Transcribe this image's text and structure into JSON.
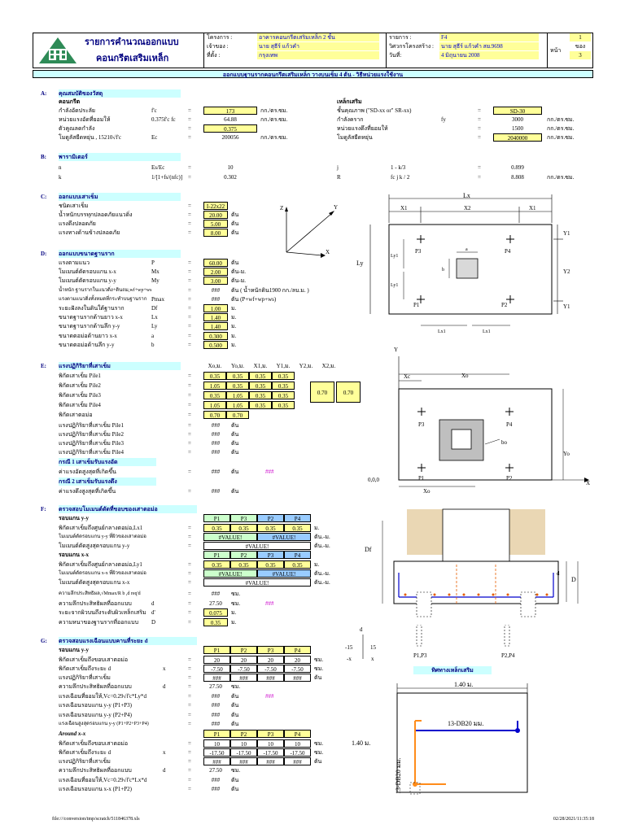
{
  "header": {
    "title1": "รายการคำนวณออกแบบ",
    "title2": "คอนกรีตเสริมเหล็ก",
    "project_label": "โครงการ :",
    "project_value": "อาคารคอนกรีตเสริมเหล็ก 2 ชั้น",
    "owner_label": "เจ้าของ :",
    "owner_value": "นาย สุธีร์  แก้วคำ",
    "location_label": "ที่ตั้ง :",
    "location_value": "กรุงเทพ",
    "item_label": "รายการ :",
    "item_value": "F4",
    "engineer_label": "วิศวกรโครงสร้าง :",
    "engineer_value": "นาย สุธีร์  แก้วคำ  สย.9698",
    "date_label": "วันที่:",
    "date_value": "4 มิถุนายน 2008",
    "page_label": "หน้า",
    "page_no": "1",
    "page_of": "ของ",
    "page_total": "3",
    "banner": "ออกแบบฐานรากคอนกรีตเสริมเหล็ก วางบนเข็ม  4 ต้น  - วิธีหน่วยแรงใช้งาน"
  },
  "secA": {
    "letter": "A:",
    "title": "คุณสมบัติของวัสดุ",
    "concrete": "คอนกรีต",
    "steel": "เหล็กเสริม",
    "rows": [
      {
        "label": "กำลังอัดประลัย",
        "sym": "f'c",
        "eq": "=",
        "val": "173",
        "unit": "กก./ตร.ซม."
      },
      {
        "label": "หน่วยแรงอัดที่ยอมให้",
        "sym": "0.375f'c  fc",
        "eq": "=",
        "val": "64.88",
        "unit": "กก./ตร.ซม."
      },
      {
        "label": "ตัวคูณลดกำลัง",
        "sym": "",
        "eq": "=",
        "val": "0.375",
        "unit": ""
      },
      {
        "label": "โมดูลัสยืดหยุ่น , 15210√f'c",
        "sym": "Ec",
        "eq": "=",
        "val": "200056",
        "unit": "กก./ตร.ซม."
      }
    ],
    "srows": [
      {
        "label": "ชั้นคุณภาพ  (\"SD-xx or\" SR-xx)",
        "sym": "",
        "eq": "=",
        "val": "SD-30",
        "unit": ""
      },
      {
        "label": "กำลังคราก",
        "sym": "fy",
        "eq": "=",
        "val": "3000",
        "unit": "กก./ตร.ซม."
      },
      {
        "label": "หน่วยแรงดึงที่ยอมให้",
        "sym": "",
        "eq": "=",
        "val": "1500",
        "unit": "กก./ตร.ซม."
      },
      {
        "label": "โมดูลัสยืดหยุ่น",
        "sym": "",
        "eq": "=",
        "val": "2040000",
        "unit": "กก./ตร.ซม."
      }
    ]
  },
  "secB": {
    "letter": "B:",
    "title": "พารามิเตอร์",
    "rows": [
      {
        "a": "n",
        "b": "Es/Ec",
        "eq": "=",
        "v": "10",
        "c": "j",
        "d": "1 - k/3",
        "eq2": "=",
        "v2": "0.899",
        "u": ""
      },
      {
        "a": "k",
        "b": "1/[1+fs/(nfc)]",
        "eq": "=",
        "v": "0.302",
        "c": "R",
        "d": "fc j k / 2",
        "eq2": "=",
        "v2": "8.808",
        "u": "กก./ตร.ซม."
      }
    ]
  },
  "secC": {
    "letter": "C:",
    "title": "ออกแบบเสาเข็ม",
    "rows": [
      {
        "label": "ชนิดเสาเข็ม",
        "eq": "=",
        "val": "I-22x22",
        "unit": ""
      },
      {
        "label": "น้ำหนักบรรทุกปลอดภัยแนวดิ่ง",
        "eq": "=",
        "val": "20.00",
        "unit": "ตัน"
      },
      {
        "label": "แรงดึงปลอดภัย",
        "eq": "=",
        "val": "5.00",
        "unit": "ตัน"
      },
      {
        "label": "แรงทางด้านข้างปลอดภัย",
        "eq": "=",
        "val": "8.00",
        "unit": "ตัน"
      }
    ]
  },
  "secD": {
    "letter": "D:",
    "title": "ออกแบบขนาดฐานราก",
    "rows": [
      {
        "label": "แรงตามแนว",
        "sym": "P",
        "eq": "=",
        "val": "60.00",
        "unit": "ตัน",
        "hl": true
      },
      {
        "label": "โมเมนต์ดัดรอบแกน x-x",
        "sym": "Mx",
        "eq": "=",
        "val": "2.00",
        "unit": "ตัน-ม.",
        "hl": true
      },
      {
        "label": "โมเมนต์ดัดรอบแกน y-y",
        "sym": "My",
        "eq": "=",
        "val": "3.00",
        "unit": "ตัน-ม.",
        "hl": true
      },
      {
        "label": "น้ำหนัก ฐานรากในแนวดิ่ง+ดินถม,wf+wp+ws",
        "sym": "",
        "eq": "=",
        "val": "###",
        "unit": "ตัน ( น้ำหนักดิน1900 กก./ลบ.ม. )",
        "hl": false
      },
      {
        "label": "แรงตามแนวดิ่งทั้งหมดที่กระทำบนฐานราก",
        "sym": "Pmax",
        "eq": "=",
        "val": "###",
        "unit": "ตัน (P+wf+wp+ws)",
        "hl": false
      },
      {
        "label": "ระยะฝังลงในดินใต้ฐานราก",
        "sym": "Df",
        "eq": "=",
        "val": "1.00",
        "unit": "ม.",
        "hl": true
      },
      {
        "label": "ขนาดฐานรากด้านยาว x-x",
        "sym": "Lx",
        "eq": "=",
        "val": "1.40",
        "unit": "ม.",
        "hl": true
      },
      {
        "label": "ขนาดฐานรากด้านลึก y-y",
        "sym": "Ly",
        "eq": "=",
        "val": "1.40",
        "unit": "ม.",
        "hl": true
      },
      {
        "label": "ขนาดตอม่อด้านยาว x-x",
        "sym": "a",
        "eq": "=",
        "val": "0.300",
        "unit": "ม.",
        "hl": true
      },
      {
        "label": "ขนาดตอม่อด้านลึก y-y",
        "sym": "b",
        "eq": "=",
        "val": "0.500",
        "unit": "ม.",
        "hl": true
      }
    ]
  },
  "secE": {
    "letter": "E:",
    "title": "แรงปฏิกิริยาที่เสาเข็ม",
    "cols": [
      "Xo,ม.",
      "Yo,ม.",
      "X1,ม.",
      "Y1,ม.",
      "Y2,ม.",
      "X2,ม."
    ],
    "rows": [
      {
        "label": "พิกัดเสาเข็ม Pile1",
        "v": [
          "0.35",
          "0.35",
          "0.35",
          "0.35"
        ]
      },
      {
        "label": "พิกัดเสาเข็ม Pile2",
        "v": [
          "1.05",
          "0.35",
          "0.35",
          "0.35"
        ]
      },
      {
        "label": "พิกัดเสาเข็ม Pile3",
        "v": [
          "0.35",
          "1.05",
          "0.35",
          "0.35"
        ]
      },
      {
        "label": "พิกัดเสาเข็ม Pile4",
        "v": [
          "1.05",
          "1.05",
          "0.35",
          "0.35"
        ]
      },
      {
        "label": "พิกัดเสาตอม่อ",
        "v": [
          "0.70",
          "0.70"
        ]
      }
    ],
    "y2": "0.70",
    "x2": "0.70",
    "reactions": [
      {
        "label": "แรงปฏิกิริยาที่เสาเข็ม Pile1",
        "val": "###",
        "unit": "ตัน"
      },
      {
        "label": "แรงปฏิกิริยาที่เสาเข็ม Pile2",
        "val": "###",
        "unit": "ตัน"
      },
      {
        "label": "แรงปฏิกิริยาที่เสาเข็ม Pile3",
        "val": "###",
        "unit": "ตัน"
      },
      {
        "label": "แรงปฏิกิริยาที่เสาเข็ม Pile4",
        "val": "###",
        "unit": "ตัน"
      }
    ],
    "case1": "กรณี 1 เสาเข็มรับแรงอัด",
    "case1_label": "ค่าแรงอัดสูงสุดที่เกิดขึ้น",
    "case1_val": "###",
    "case1_unit": "ตัน",
    "case1_mark": "###",
    "case2": "กรณี 2 เสาเข็มรับแรงดึง",
    "case2_label": "ค่าแรงดึงสูงสุดที่เกิดขึ้น",
    "case2_val": "###",
    "case2_unit": "ตัน"
  },
  "secF": {
    "letter": "F:",
    "title": "ตรวจสอบโมเมนต์ดัดที่ขอบของเสาตอม่อ",
    "axis_y": "รอบแกน y-y",
    "axis_x": "รอบแกน x-x",
    "hdr": [
      "P1",
      "P3",
      "P2",
      "P4"
    ],
    "hdr2": [
      "P1",
      "P2",
      "P3",
      "P4"
    ],
    "y_rows": [
      {
        "label": "พิกัดเสาเข็มถึงศูนย์กลางตอม่อ,Lx1",
        "eq": "=",
        "v": [
          "0.35",
          "0.35",
          "0.35",
          "0.35"
        ],
        "u": "ม."
      },
      {
        "label": "โมเมนต์ดัดรอบแกน y-y ที่ผิวของเสาตอม่อ",
        "eq": "=",
        "v": [
          "#VALUE!",
          "#VALUE!"
        ],
        "u": "ตัน.-ม."
      },
      {
        "label": "โมเมนต์ดัดสูงสุดรอบแกน y-y",
        "eq": "=",
        "v": [
          "#VALUE!"
        ],
        "u": "ตัน.-ม."
      }
    ],
    "x_rows": [
      {
        "label": "พิกัดเสาเข็มถึงศูนย์กลางตอม่อ,Ly1",
        "eq": "=",
        "v": [
          "0.35",
          "0.35",
          "0.35",
          "0.35"
        ],
        "u": "ม."
      },
      {
        "label": "โมเมนต์ดัดรอบแกน x-x ที่ผิวของเสาตอม่อ",
        "eq": "=",
        "v": [
          "#VALUE!",
          "#VALUE!"
        ],
        "u": "ตัน.-ม."
      },
      {
        "label": "โมเมนต์ดัดสูงสุดรอบแกน x-x",
        "eq": "=",
        "v": [
          "#VALUE!"
        ],
        "u": "ตัน.-ม."
      }
    ],
    "extra": [
      {
        "label": "ความลึกประสิทธิผล,√Mmax/R b ,d req'd",
        "eq": "=",
        "val": "###",
        "unit": "ซม.",
        "hl": false,
        "mark": ""
      },
      {
        "label": "ความลึกประสิทธิผลที่ออกแบบ",
        "sym": "d",
        "eq": "=",
        "val": "27.50",
        "unit": "ซม.",
        "hl": false,
        "mark": "###"
      },
      {
        "label": "ระยะจากผิวบนถึงระดับผิวเหล็กเสริม",
        "sym": "d'",
        "eq": "=",
        "val": "0.075",
        "unit": "ม.",
        "hl": true,
        "mark": ""
      },
      {
        "label": "ความหนาของฐานรากที่ออกแบบ",
        "sym": "D",
        "eq": "=",
        "val": "0.35",
        "unit": "ม.",
        "hl": true,
        "mark": ""
      }
    ]
  },
  "secG": {
    "letter": "G:",
    "title": "ตรวจสอบแรงเฉือนแบบคานที่ระยะ d",
    "axis_y": "รอบแกน y-y",
    "axis_x": "Around x-x",
    "hdr": [
      "P1",
      "P2",
      "P3",
      "P4"
    ],
    "y_rows": [
      {
        "label": "พิกัดเสาเข็มถึงขอบเสาตอม่อ",
        "sym": "",
        "eq": "=",
        "v": [
          "20",
          "20",
          "20",
          "20"
        ],
        "u": "ซม."
      },
      {
        "label": "พิกัดเสาเข็มถึงระยะ d",
        "sym": "x",
        "eq": "=",
        "v": [
          "-7.50",
          "-7.50",
          "-7.50",
          "-7.50"
        ],
        "u": "ซม."
      },
      {
        "label": "แรงปฏิกิริยาที่เสาเข็ม",
        "sym": "",
        "eq": "=",
        "v": [
          "###",
          "###",
          "###",
          "###"
        ],
        "u": "ตัน"
      }
    ],
    "y_extra": [
      {
        "label": "ความลึกประสิทธิผลที่ออกแบบ",
        "sym": "d",
        "eq": "=",
        "val": "27.50",
        "unit": "ซม.",
        "mark": ""
      },
      {
        "label": "แรงเฉือนที่ยอมให้,Vc=0.29√f'c*Ly*d",
        "sym": "",
        "eq": "=",
        "val": "###",
        "unit": "ตัน",
        "mark": "###"
      },
      {
        "label": "แรงเฉือนรอบแกน y-y (P1+P3)",
        "sym": "",
        "eq": "=",
        "val": "###",
        "unit": "ตัน",
        "mark": ""
      },
      {
        "label": "แรงเฉือนรอบแกน y-y (P2+P4)",
        "sym": "",
        "eq": "=",
        "val": "###",
        "unit": "ตัน",
        "mark": ""
      },
      {
        "label": "แรงเฉือนสูงสุดรอบแกน y-y (P1+P2+P3+P4)",
        "sym": "",
        "eq": "=",
        "val": "###",
        "unit": "ตัน",
        "mark": ""
      }
    ],
    "x_rows": [
      {
        "label": "พิกัดเสาเข็มถึงขอบเสาตอม่อ",
        "sym": "",
        "eq": "=",
        "v": [
          "10",
          "10",
          "10",
          "10"
        ],
        "u": "ซม."
      },
      {
        "label": "พิกัดเสาเข็มถึงระยะ d",
        "sym": "x",
        "eq": "=",
        "v": [
          "-17.50",
          "-17.50",
          "-17.50",
          "-17.50"
        ],
        "u": "ซม."
      },
      {
        "label": "แรงปฏิกิริยาที่เสาเข็ม",
        "sym": "",
        "eq": "=",
        "v": [
          "###",
          "###",
          "###",
          "###"
        ],
        "u": "ตัน"
      }
    ],
    "x_extra": [
      {
        "label": "ความลึกประสิทธิผลที่ออกแบบ",
        "sym": "d",
        "eq": "=",
        "val": "27.50",
        "unit": "ซม."
      },
      {
        "label": "แรงเฉือนที่ยอมให้,Vc=0.29√f'c*Lx*d",
        "sym": "",
        "eq": "=",
        "val": "###",
        "unit": "ตัน"
      },
      {
        "label": "แรงเฉือนรอบแกน x-x (P1+P2)",
        "sym": "",
        "eq": "=",
        "val": "###",
        "unit": "ตัน"
      }
    ]
  },
  "diagrams": {
    "plan1": {
      "Lx": "Lx",
      "X1": "X1",
      "X2": "X2",
      "Y1": "Y1",
      "Y2": "Y2",
      "Ly": "Ly",
      "Ly1": "Ly1",
      "Lx1": "Lx1",
      "P1": "P1",
      "P2": "P2",
      "P3": "P3",
      "P4": "P4",
      "a": "a",
      "b": "b"
    },
    "axes": {
      "Z": "Z",
      "Y": "Y",
      "X": "X"
    },
    "plan2": {
      "Y": "Y",
      "Xc": "Xc",
      "Xo": "Xo",
      "Yo": "Yo",
      "bo": "bo",
      "origin": "0,0,0",
      "X": "X",
      "P1": "P1",
      "P2": "P2",
      "P3": "P3",
      "P4": "P4"
    },
    "section": {
      "Df": "Df",
      "d": "d",
      "D": "D"
    },
    "shear": {
      "d": "d",
      "m15": "-15",
      "p15": "15",
      "mx": "-x",
      "px": "x",
      "p13": "P1,P3",
      "p24": "P2,P4",
      "caption": "ทิศทางเหล็กเสริม"
    },
    "rebar": {
      "w": "1.40 ม.",
      "h": "1.40 ม.",
      "bar1": "13-DB20 มม.",
      "bar2": "13-DB20 มม."
    }
  },
  "footer": {
    "path": "file:///conversion/tmp/scratch/511846378.xls",
    "stamp": "02/28/2021/11:35:18"
  }
}
